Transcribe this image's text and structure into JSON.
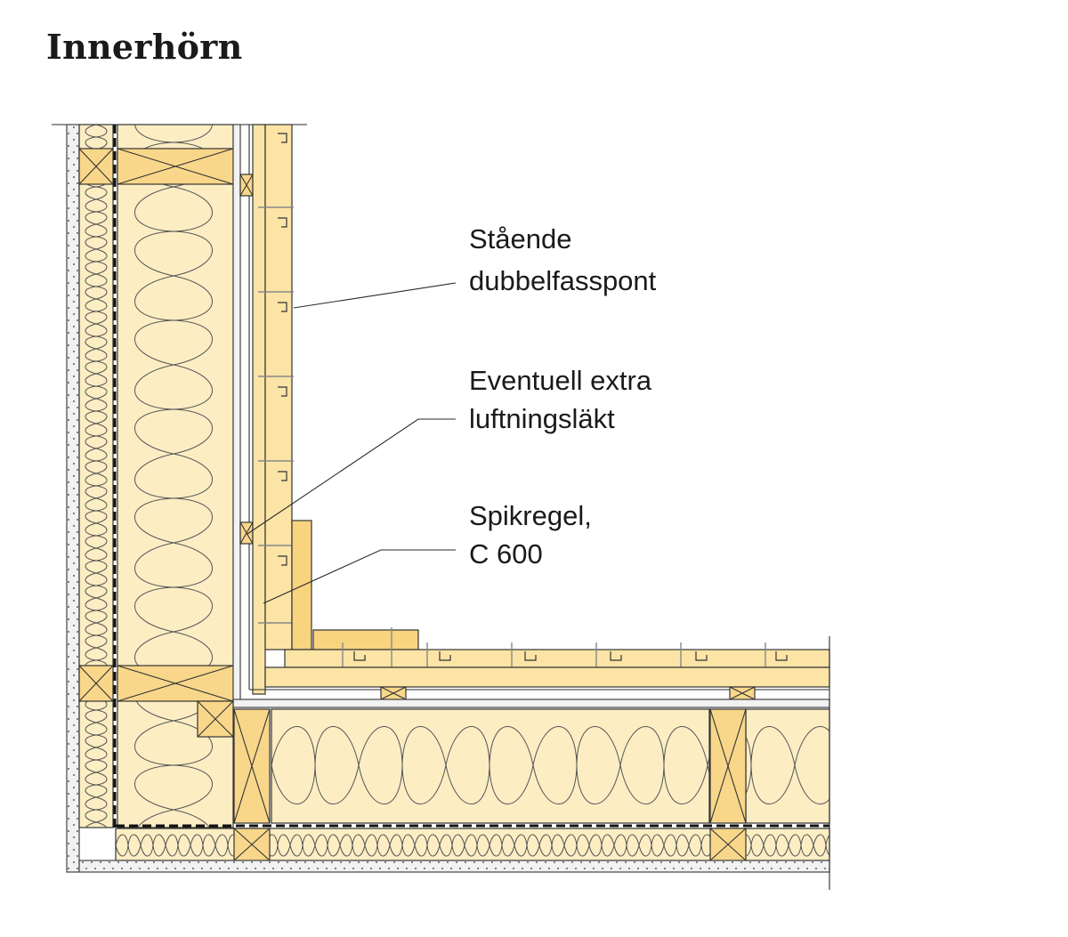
{
  "title": "Innerhörn",
  "labels": [
    {
      "id": "label-staende-dubbelfasspont",
      "lines": [
        "Stående",
        "dubbelfasspont"
      ]
    },
    {
      "id": "label-eventuell-extra-luftningslakt",
      "lines": [
        "Eventuell extra",
        "luftningsläkt"
      ]
    },
    {
      "id": "label-spikregel",
      "lines": [
        "Spikregel,",
        "C 600"
      ]
    }
  ],
  "colors": {
    "wood": "#f9d78a",
    "insulation": "#fcedc3",
    "cladding": "#fbe4a6",
    "outline": "#333333"
  }
}
